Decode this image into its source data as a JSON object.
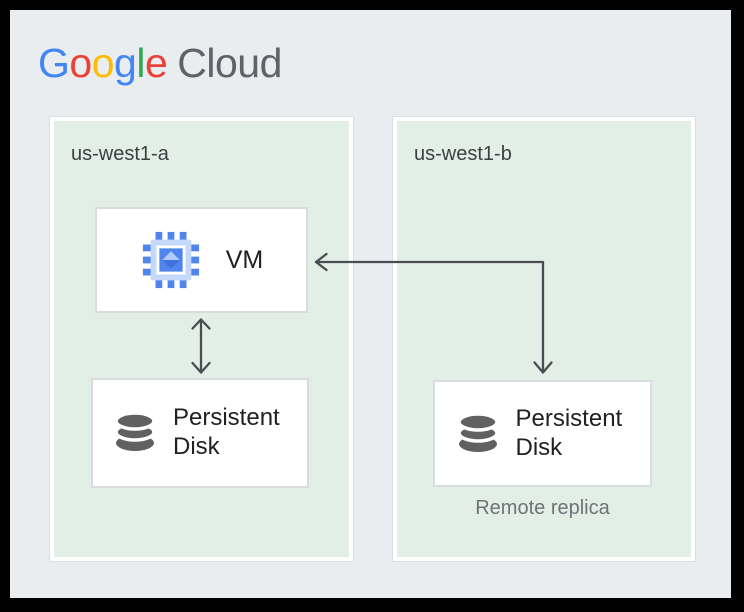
{
  "logo": {
    "letters": [
      {
        "char": "G",
        "color": "#4285F4"
      },
      {
        "char": "o",
        "color": "#EA4335"
      },
      {
        "char": "o",
        "color": "#FBBC05"
      },
      {
        "char": "g",
        "color": "#4285F4"
      },
      {
        "char": "l",
        "color": "#34A853"
      },
      {
        "char": "e",
        "color": "#EA4335"
      }
    ],
    "suffix": "Cloud",
    "suffix_color": "#5F6368"
  },
  "zones": [
    {
      "label": "us-west1-a"
    },
    {
      "label": "us-west1-b"
    }
  ],
  "nodes": {
    "vm": {
      "label": "VM",
      "icon": "compute-engine-icon"
    },
    "disk_primary": {
      "label": "Persistent Disk",
      "icon": "database-icon"
    },
    "disk_replica": {
      "label": "Persistent Disk",
      "icon": "database-icon",
      "caption": "Remote replica"
    }
  },
  "colors": {
    "frame": "#000000",
    "canvas_background": "#e9edf0",
    "zone_fill": "#e2efe7",
    "zone_border": "#ffffff",
    "node_background": "#ffffff",
    "node_border": "#d9dcdf",
    "arrow": "#4a4e52",
    "zone_label_text": "#3c4043",
    "node_label_text": "#202124",
    "caption_text": "#6f7377",
    "compute_icon_blue": "#5086ec",
    "compute_icon_light": "#c6d9fb",
    "compute_icon_pale": "#b1cbfa",
    "compute_icon_dark": "#3f72df",
    "disk_icon_gray": "#616161"
  }
}
